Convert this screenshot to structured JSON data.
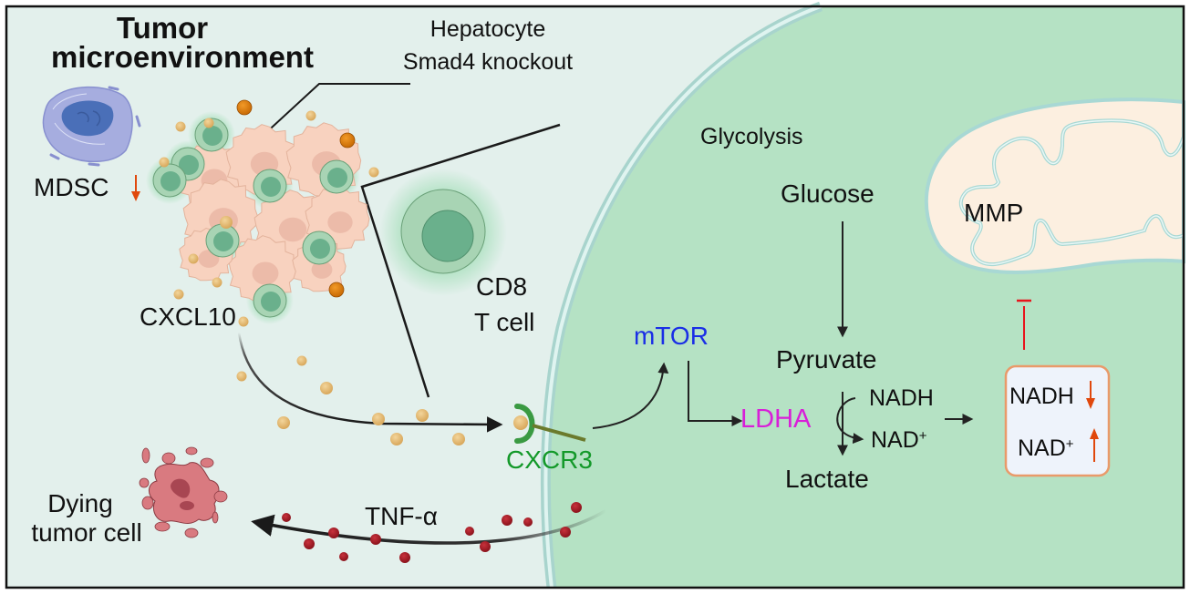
{
  "title": {
    "line1": "Tumor",
    "line2": "microenvironment"
  },
  "labels": {
    "hepatocyte_line1": "Hepatocyte",
    "hepatocyte_line2": "Smad4 knockout",
    "mdsc": "MDSC",
    "cxcl10": "CXCL10",
    "cd8_line1": "CD8",
    "cd8_line2": "T cell",
    "cxcr3": "CXCR3",
    "dying_line1": "Dying",
    "dying_line2": "tumor cell",
    "tnf": "TNF-α",
    "glycolysis": "Glycolysis",
    "glucose": "Glucose",
    "pyruvate": "Pyruvate",
    "lactate": "Lactate",
    "ldha": "LDHA",
    "mtor": "mTOR",
    "nadh": "NADH",
    "nad_base": "NAD",
    "nad_sup": "+",
    "mmp": "MMP",
    "box_nadh": "NADH",
    "box_nad_base": "NAD",
    "box_nad_sup": "+"
  },
  "indicators": {
    "mdsc": "down",
    "box_nadh": "down",
    "box_nad": "up"
  },
  "colors": {
    "mtor": "#1a2ee6",
    "ldha": "#d81fd8",
    "cxcr3": "#14992a",
    "arrow_orange": "#e0480c",
    "inhibit_red": "#e8141c",
    "box_border": "#e99a6a",
    "box_fill": "#eef3fb",
    "outside_bg": "#e3f0ec",
    "cell_bg": "#b5e2c4",
    "membrane": "#a8d4cd",
    "mito_fill": "#fcefe0"
  }
}
